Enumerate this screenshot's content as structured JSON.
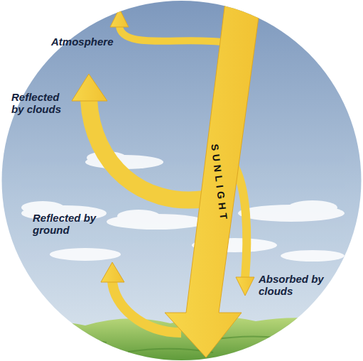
{
  "diagram": {
    "labels": [
      "Atmosphere",
      "Reflected by clouds",
      "Reflected by ground",
      "SUNLIGHT",
      "Absorbed by clouds"
    ]
  }
}
